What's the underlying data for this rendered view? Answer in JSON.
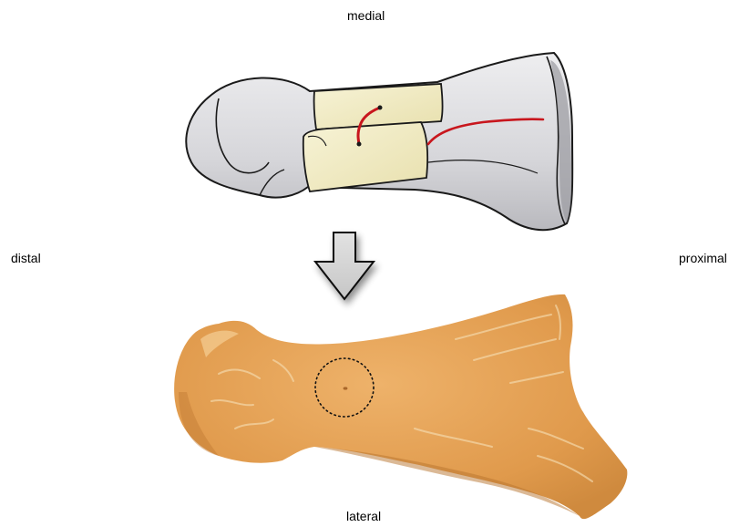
{
  "labels": {
    "top": "medial",
    "left": "distal",
    "right": "proximal",
    "bottom": "lateral"
  },
  "colors": {
    "bone_gray": "#d9d9dc",
    "bone_outline": "#1a1a1a",
    "graft_cream": "#f2edc4",
    "fracture_red": "#c8161d",
    "specimen_orange": "#e3a256",
    "arrow_gray": "#d4d4d4"
  },
  "icons": {
    "arrow": "down-arrow-icon",
    "marker": "dotted-circle-marker"
  }
}
